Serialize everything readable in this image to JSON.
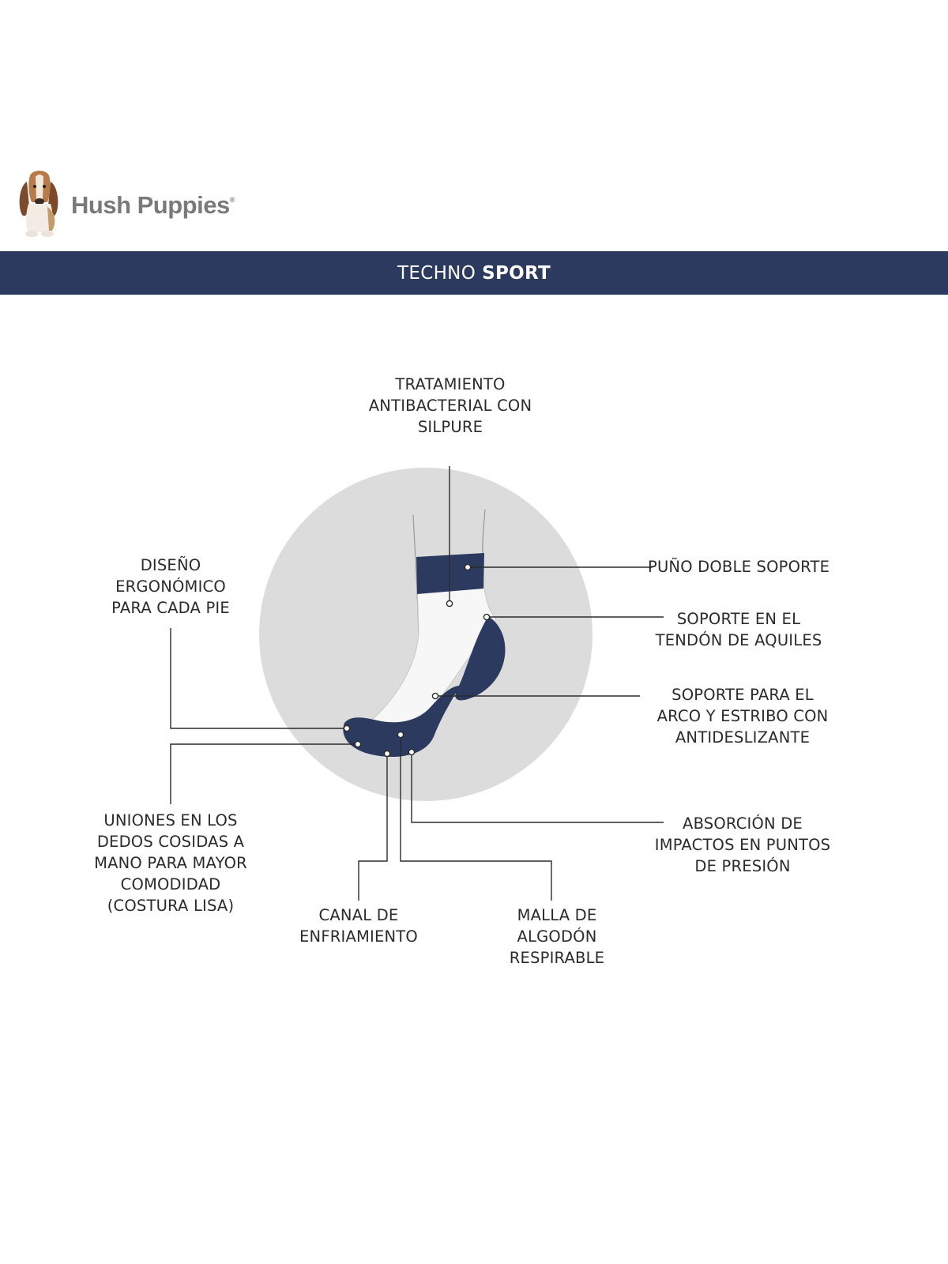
{
  "brand": {
    "name": "Hush Puppies",
    "mark": "®",
    "logo_icon": "basset-hound-icon"
  },
  "banner": {
    "title_regular": "TECHNO",
    "title_bold": "SPORT",
    "background": "#2b3a5e"
  },
  "diagram": {
    "sock_color": "#2b3a5e",
    "circle_color": "#dcdcdc",
    "callouts": {
      "antibacterial": "TRATAMIENTO\nANTIBACTERIAL CON\nSILPURE",
      "cuff": "PUÑO DOBLE SOPORTE",
      "achilles": "SOPORTE EN EL\nTENDÓN DE AQUILES",
      "arch": "SOPORTE PARA EL\nARCO Y ESTRIBO CON\nANTIDESLIZANTE",
      "ergonomic": "DISEÑO\nERGONÓMICO\nPARA CADA PIE",
      "toe_seams": "UNIONES EN LOS\nDEDOS COSIDAS A\nMANO PARA MAYOR\nCOMODIDAD\n(COSTURA LISA)",
      "cooling": "CANAL DE\nENFRIAMIENTO",
      "mesh": "MALLA DE\nALGODÓN\nRESPIRABLE",
      "impact": "ABSORCIÓN DE\nIMPACTOS EN PUNTOS\nDE PRESIÓN"
    }
  }
}
